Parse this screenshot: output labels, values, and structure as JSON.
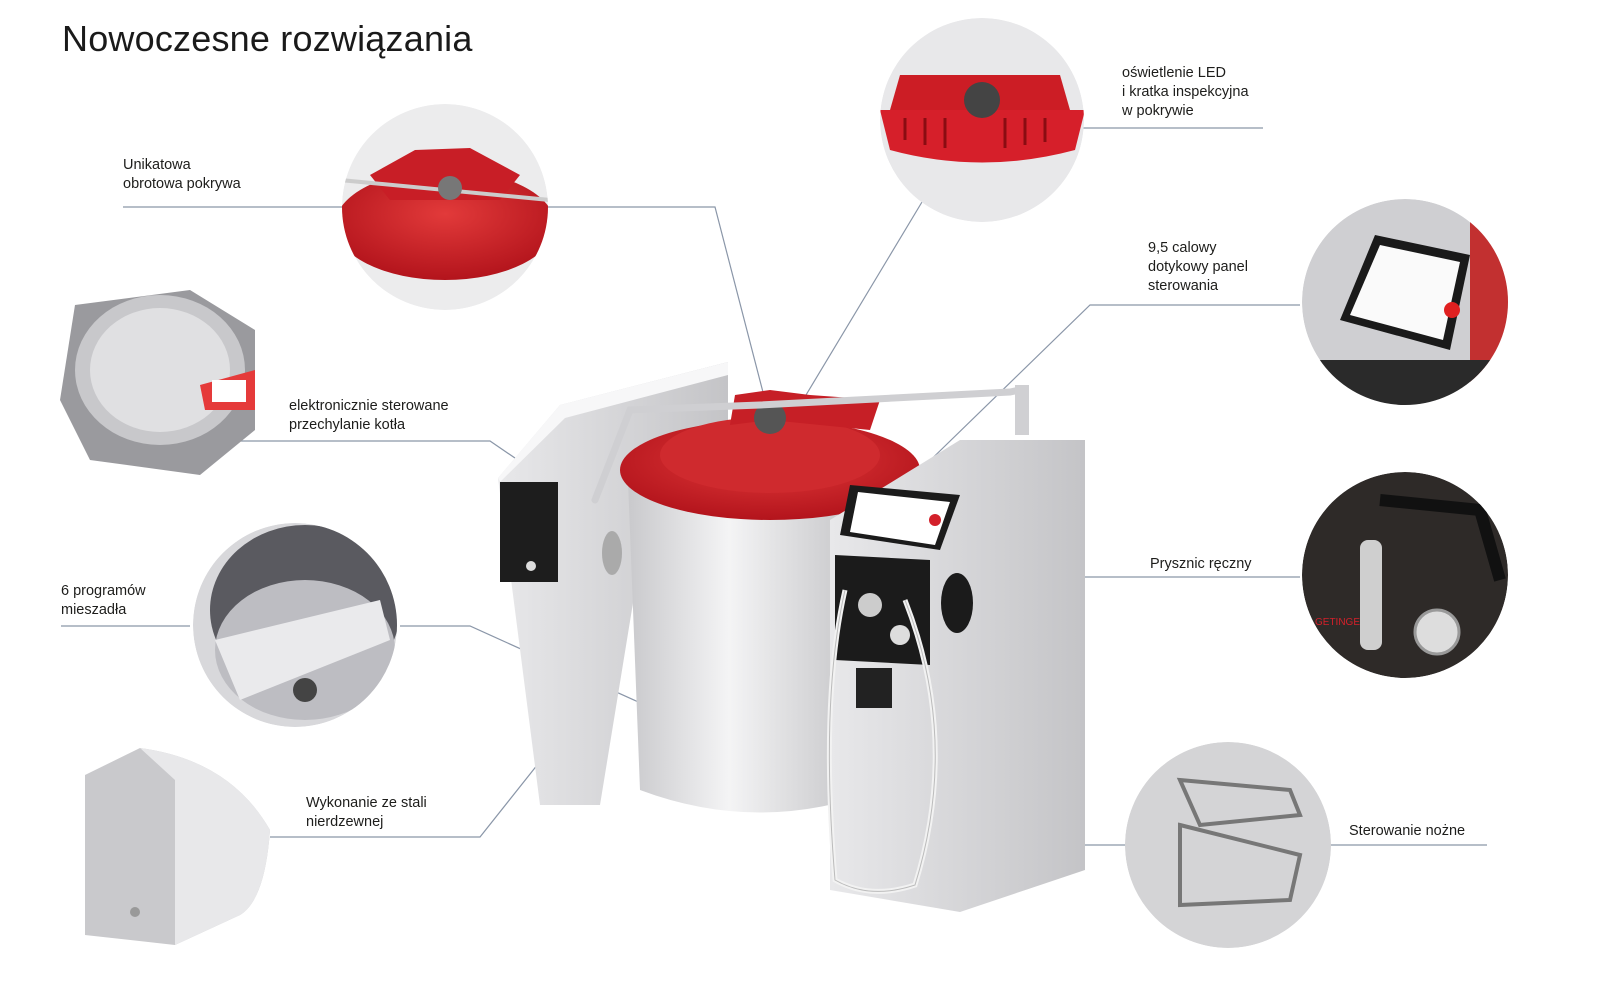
{
  "title": "Nowoczesne rozwiązania",
  "features": [
    {
      "id": "lid",
      "label": "Unikatowa\nobrotowa pokrywa"
    },
    {
      "id": "led",
      "label": "oświetlenie LED\ni kratka inspekcyjna\nw pokrywie"
    },
    {
      "id": "panel",
      "label": "9,5 calowy\ndotykowy panel\nsterowania"
    },
    {
      "id": "tilt",
      "label": "elektronicznie sterowane\nprzechylanie kotła"
    },
    {
      "id": "mixer",
      "label": "6 programów\nmieszadła"
    },
    {
      "id": "shower",
      "label": "Prysznic ręczny"
    },
    {
      "id": "steel",
      "label": "Wykonanie ze stali\nnierdzewnej"
    },
    {
      "id": "foot",
      "label": "Sterowanie nożne"
    }
  ],
  "brand_logo": "GETINGE",
  "colors": {
    "accent": "#d3202a",
    "steel": "#d9d9db",
    "line": "#8a96a8"
  }
}
